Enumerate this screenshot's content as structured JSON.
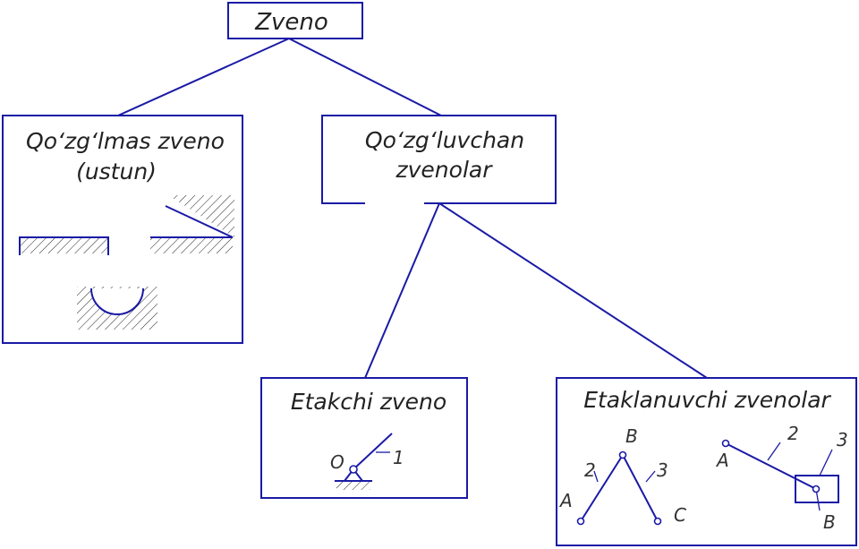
{
  "root": {
    "title": "Zveno"
  },
  "fixed_link": {
    "title_line1": "Qo‘zg‘lmas zveno",
    "title_line2": "(ustun)"
  },
  "moving_links": {
    "title_line1": "Qo‘zg‘luvchan",
    "title_line2": "zvenolar"
  },
  "driving_link": {
    "title": "Etakchi zveno",
    "labels": {
      "pivot": "O",
      "link": "1"
    }
  },
  "driven_links": {
    "title": "Etaklanuvchi zvenolar",
    "left_mechanism": {
      "A": "A",
      "B": "B",
      "C": "C",
      "link2": "2",
      "link3": "3"
    },
    "right_mechanism": {
      "A": "A",
      "B": "B",
      "link2": "2",
      "link3": "3"
    }
  },
  "colors": {
    "lines": "#1a1aa6",
    "text": "#222222",
    "background": "#ffffff"
  }
}
